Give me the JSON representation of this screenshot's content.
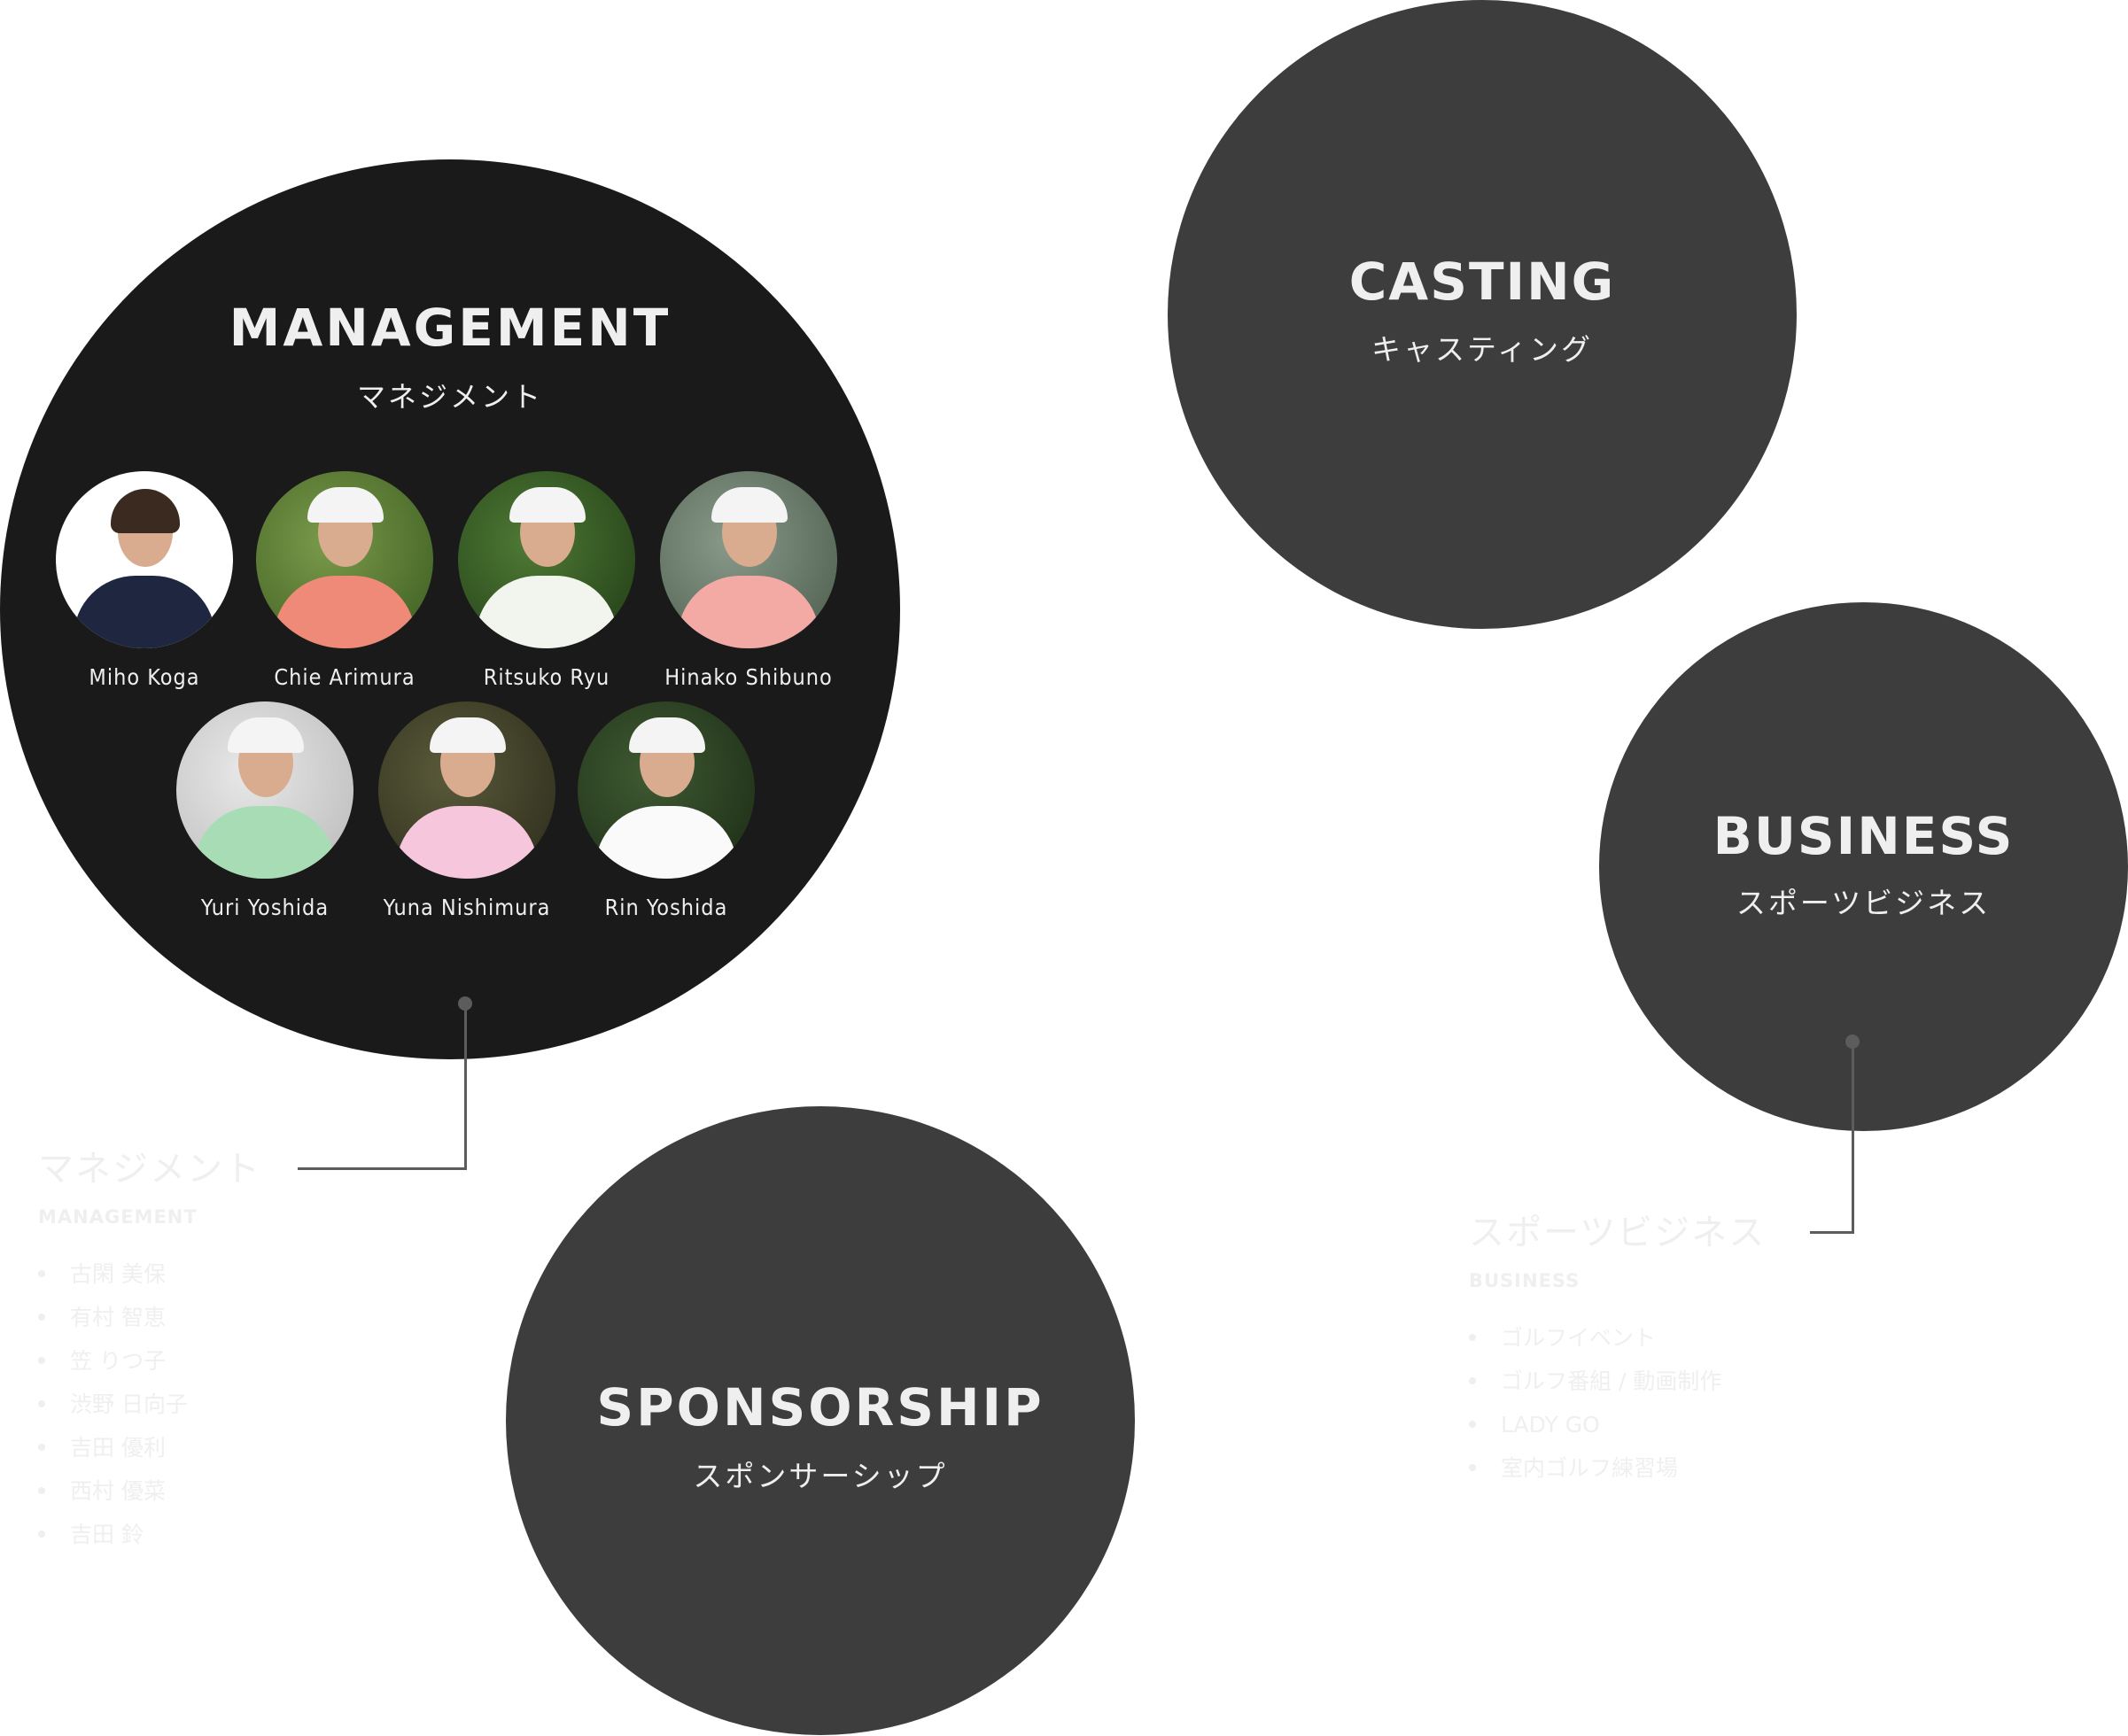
{
  "sections": {
    "management": {
      "title_en": "MANAGEMENT",
      "title_jp": "マネジメント",
      "players": [
        {
          "name": "Miho Koga"
        },
        {
          "name": "Chie Arimura"
        },
        {
          "name": "Ritsuko Ryu"
        },
        {
          "name": "Hinako Shibuno"
        },
        {
          "name": "Yuri Yoshida"
        },
        {
          "name": "Yuna Nishimura"
        },
        {
          "name": "Rin Yoshida"
        }
      ]
    },
    "casting": {
      "title_en": "CASTING",
      "title_jp": "キャスティング"
    },
    "business": {
      "title_en": "BUSINESS",
      "title_jp": "スポーツビジネス"
    },
    "sponsorship": {
      "title_en": "SPONSORSHIP",
      "title_jp": "スポンサーシップ"
    }
  },
  "side_panels": {
    "management": {
      "title": "マネジメント",
      "subtitle": "MANAGEMENT",
      "items": [
        "古閑 美保",
        "有村 智恵",
        "笠 りつ子",
        "渋野 日向子",
        "吉田 優利",
        "西村 優菜",
        "吉田 鈴"
      ]
    },
    "business": {
      "title": "スポーツビジネス",
      "subtitle": "BUSINESS",
      "items": [
        "ゴルフイベント",
        "ゴルフ番組 / 動画制作",
        "LADY GO",
        "室内ゴルフ練習場"
      ]
    }
  },
  "colors": {
    "background": "#ffffff",
    "management_circle": "#1a1a1a",
    "service_circle": "#3d3d3d",
    "connector": "#5c5c5c",
    "text_light": "#efefef"
  }
}
